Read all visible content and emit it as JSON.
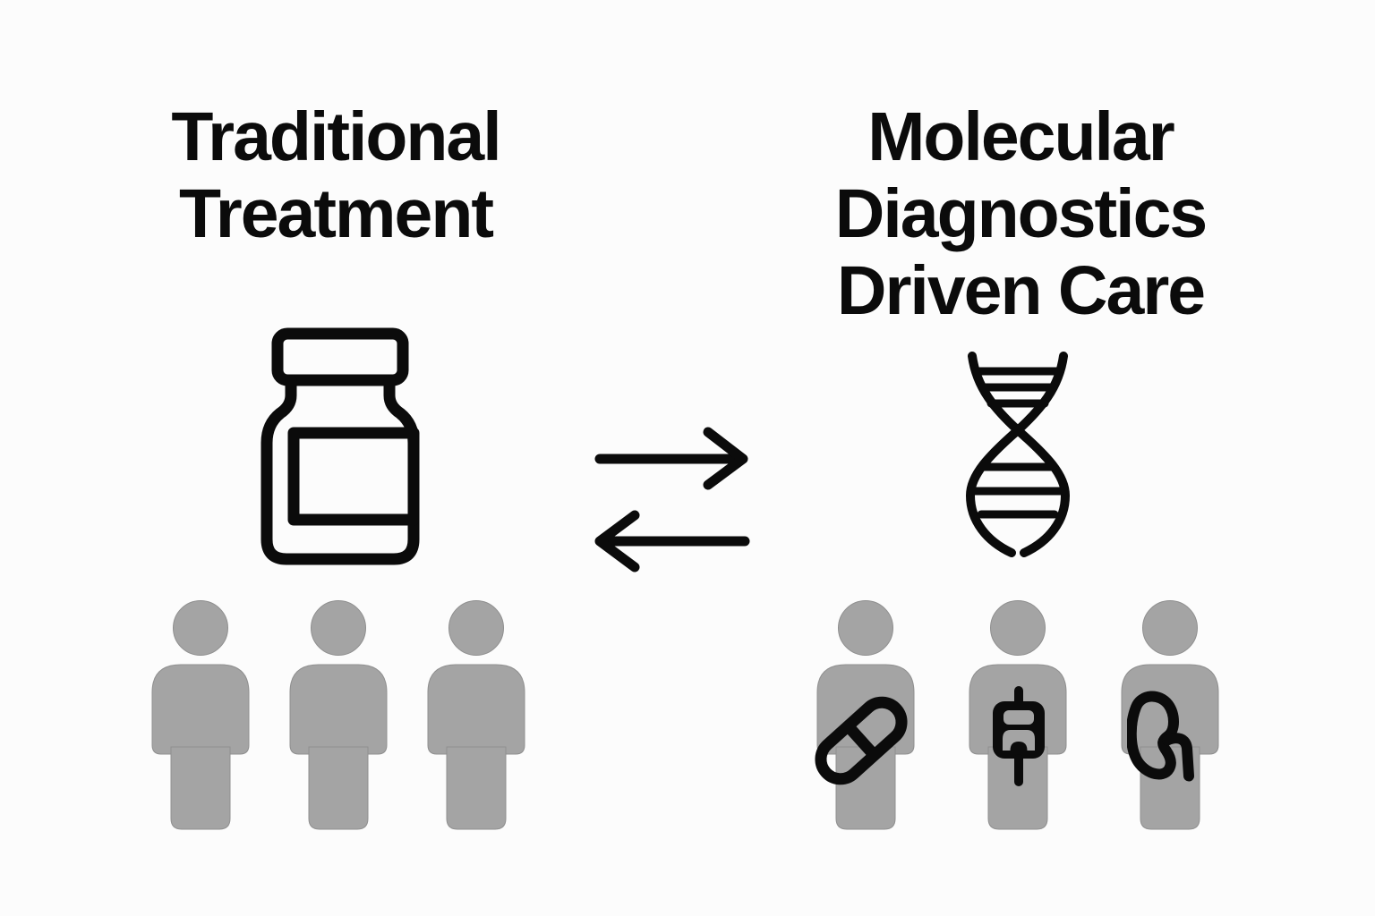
{
  "colors": {
    "background": "#fcfcfc",
    "ink": "#0b0b0b",
    "person_gray": "#a4a4a4",
    "person_edge": "#8f8f8f"
  },
  "left_panel": {
    "title_lines": [
      "Traditional",
      "Treatment"
    ],
    "icon": "medicine-bottle-icon",
    "people": [
      {
        "icon": "person-icon",
        "overlay": null
      },
      {
        "icon": "person-icon",
        "overlay": null
      },
      {
        "icon": "person-icon",
        "overlay": null
      }
    ]
  },
  "center": {
    "icon": "exchange-arrows-icon",
    "direction": "bidirectional"
  },
  "right_panel": {
    "title_lines": [
      "Molecular",
      "Diagnostics",
      "Driven Care"
    ],
    "icon": "dna-helix-icon",
    "people": [
      {
        "icon": "person-icon",
        "overlay": "capsule-icon"
      },
      {
        "icon": "person-icon",
        "overlay": "syringe-icon"
      },
      {
        "icon": "person-icon",
        "overlay": "kidney-icon"
      }
    ]
  }
}
